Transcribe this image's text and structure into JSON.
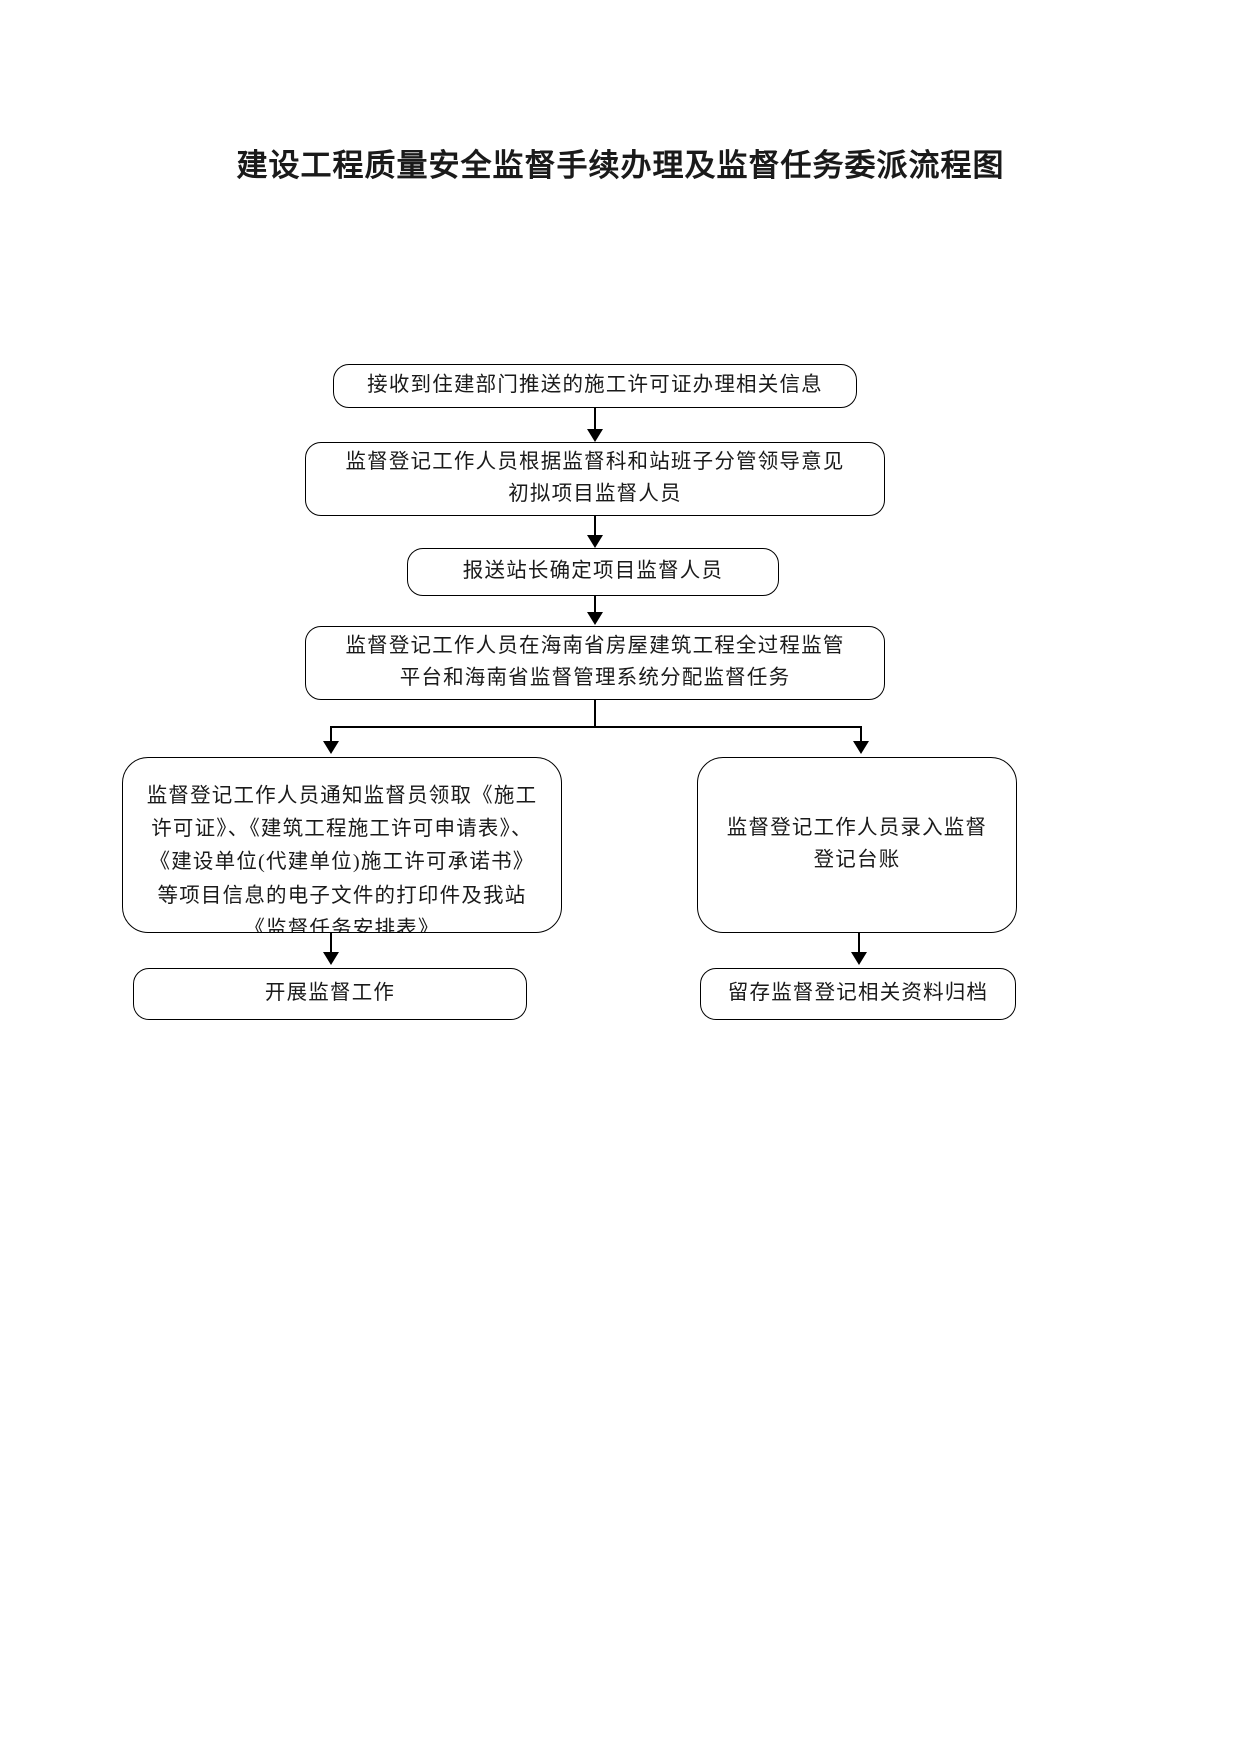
{
  "page": {
    "title": "建设工程质量安全监督手续办理及监督任务委派流程图"
  },
  "flow": {
    "nodes": [
      {
        "id": "receive",
        "label": "接收到住建部门推送的施工许可证办理相关信息"
      },
      {
        "id": "draft",
        "label": "监督登记工作人员根据监督科和站班子分管领导意见\n初拟项目监督人员"
      },
      {
        "id": "confirm",
        "label": "报送站长确定项目监督人员"
      },
      {
        "id": "assign",
        "label": "监督登记工作人员在海南省房屋建筑工程全过程监管\n平台和海南省监督管理系统分配监督任务"
      },
      {
        "id": "notify",
        "label": "监督登记工作人员通知监督员领取《施工\n许可证》、《建筑工程施工许可申请表》、\n《建设单位(代建单位)施工许可承诺书》\n等项目信息的电子文件的打印件及我站\n《监督任务安排表》"
      },
      {
        "id": "ledger",
        "label": "监督登记工作人员录入监督\n登记台账"
      },
      {
        "id": "supervise",
        "label": "开展监督工作"
      },
      {
        "id": "archive",
        "label": "留存监督登记相关资料归档"
      }
    ],
    "edges": [
      {
        "id": "receive-to-draft",
        "from": "receive",
        "to": "draft",
        "type": "straight-down"
      },
      {
        "id": "draft-to-confirm",
        "from": "draft",
        "to": "confirm",
        "type": "straight-down"
      },
      {
        "id": "confirm-to-assign",
        "from": "confirm",
        "to": "assign",
        "type": "straight-down"
      },
      {
        "id": "assign-to-notify",
        "from": "assign",
        "to": "notify",
        "type": "split-left"
      },
      {
        "id": "assign-to-ledger",
        "from": "assign",
        "to": "ledger",
        "type": "split-right"
      },
      {
        "id": "notify-to-supervise",
        "from": "notify",
        "to": "supervise",
        "type": "straight-down"
      },
      {
        "id": "ledger-to-archive",
        "from": "ledger",
        "to": "archive",
        "type": "straight-down"
      }
    ]
  },
  "colors": {
    "stroke": "#000000",
    "background": "#ffffff",
    "text": "#1a1a1a"
  }
}
